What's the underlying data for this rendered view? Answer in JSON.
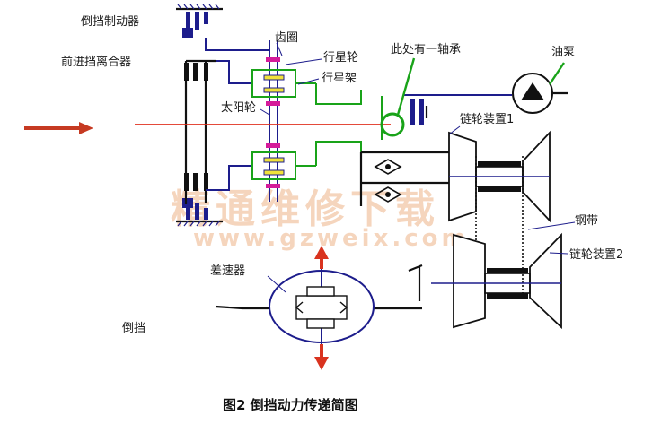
{
  "labels": {
    "reverse_brake": "倒挡制动器",
    "forward_clutch": "前进挡离合器",
    "ring_gear": "齿圈",
    "planet_gear": "行星轮",
    "planet_carrier": "行星架",
    "sun_gear": "太阳轮",
    "bearing_note": "此处有一轴承",
    "oil_pump": "油泵",
    "pulley_1": "链轮装置1",
    "steel_belt": "钢带",
    "pulley_2": "链轮装置2",
    "differential": "差速器",
    "reverse": "倒挡"
  },
  "caption": "图2  倒挡动力传递简图",
  "watermark": {
    "title": "精通维修下载",
    "url": "www.gzweix.com"
  },
  "colors": {
    "line_black": "#111111",
    "line_blue": "#1d1d8c",
    "line_green": "#19a319",
    "power_flow_red": "#e0301e",
    "arrow_red": "#d9331f",
    "gear_yellow": "#f1e23a",
    "gear_magenta": "#d51b9a",
    "watermark": "#f2c7a8"
  }
}
